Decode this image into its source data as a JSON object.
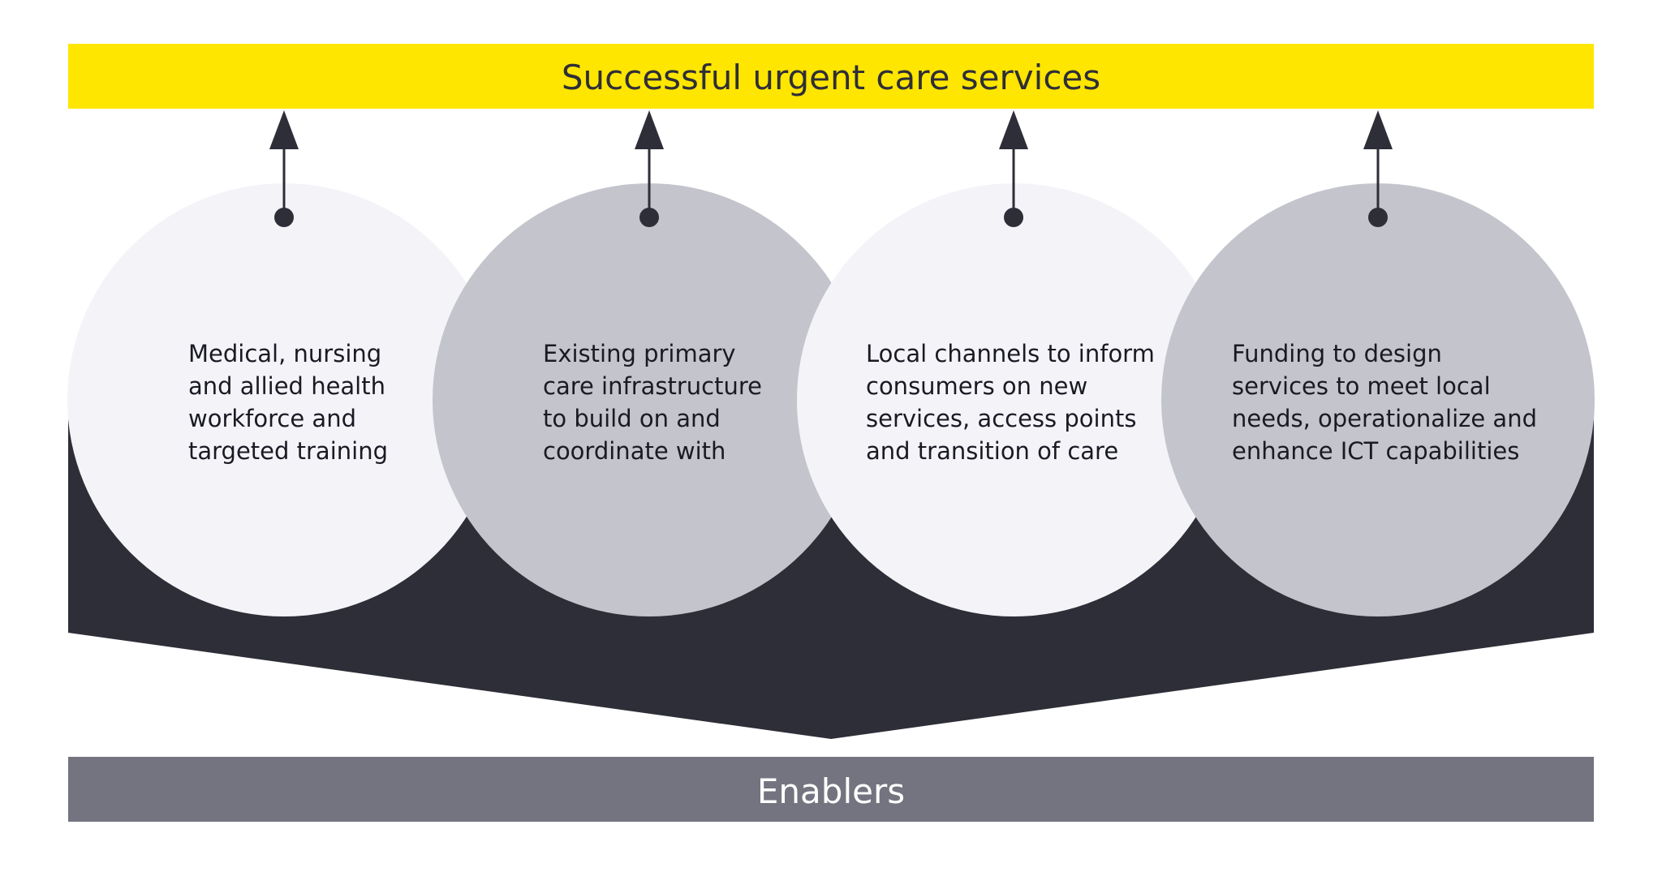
{
  "header": {
    "title": "Successful urgent care services"
  },
  "footer": {
    "label": "Enablers"
  },
  "enablers": [
    {
      "lines": [
        "Medical, nursing",
        "and allied health",
        "workforce and",
        "targeted training"
      ],
      "shade": "light"
    },
    {
      "lines": [
        "Existing primary",
        "care infrastructure",
        "to build on and",
        "coordinate with"
      ],
      "shade": "dark"
    },
    {
      "lines": [
        "Local channels to inform",
        "consumers on new",
        "services, access points",
        "and transition of care"
      ],
      "shade": "light"
    },
    {
      "lines": [
        "Funding to design",
        "services to meet local",
        "needs, operationalize and",
        "enhance ICT capabilities"
      ],
      "shade": "dark"
    }
  ],
  "colors": {
    "yellow": "#ffe600",
    "dark": "#2e2e38",
    "light_circle": "#f4f4f8",
    "grey_circle": "#c4c4cd",
    "enablers_bar": "#747480"
  }
}
